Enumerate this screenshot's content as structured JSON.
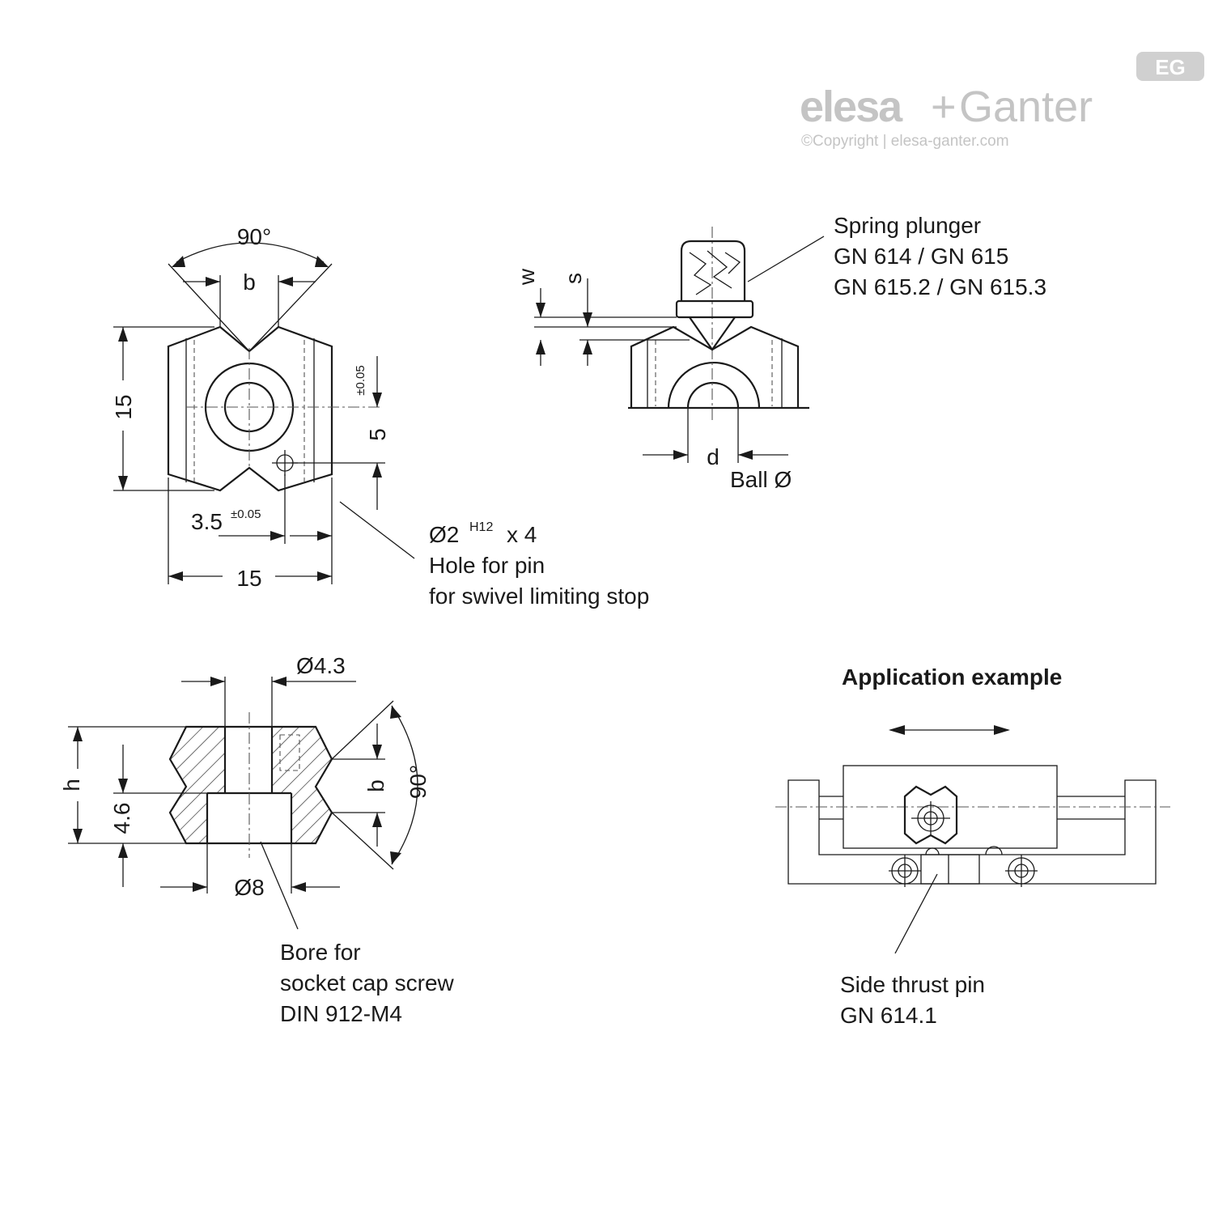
{
  "logo": {
    "brand_left": "elesa",
    "brand_plus": "+",
    "brand_right": "Ganter",
    "copyright": "©Copyright | elesa-ganter.com",
    "badge": "EG",
    "color": "#c4c4c4"
  },
  "top_view": {
    "angle": "90°",
    "b": "b",
    "height": "15",
    "width": "15",
    "tol": "±0.05",
    "five": "5",
    "offset_value": "3.5",
    "offset_tol": "±0.05"
  },
  "pin_hole": {
    "dia": "Ø2",
    "fit": "H12",
    "depth": "x 4",
    "line2": "Hole for pin",
    "line3": "for swivel limiting stop"
  },
  "side_view": {
    "w": "w",
    "s": "s",
    "d": "d",
    "ball": "Ball Ø"
  },
  "spring_plunger": {
    "line1": "Spring plunger",
    "line2": "GN 614 / GN 615",
    "line3": "GN 615.2 / GN 615.3"
  },
  "section_view": {
    "dia_small": "Ø4.3",
    "dia_large": "Ø8",
    "h": "h",
    "dim_46": "4.6",
    "b": "b",
    "angle": "90°"
  },
  "bore": {
    "line1": "Bore for",
    "line2": "socket cap screw",
    "line3": "DIN 912-M4"
  },
  "application": {
    "title": "Application example",
    "label1": "Side thrust pin",
    "label2": "GN 614.1"
  }
}
